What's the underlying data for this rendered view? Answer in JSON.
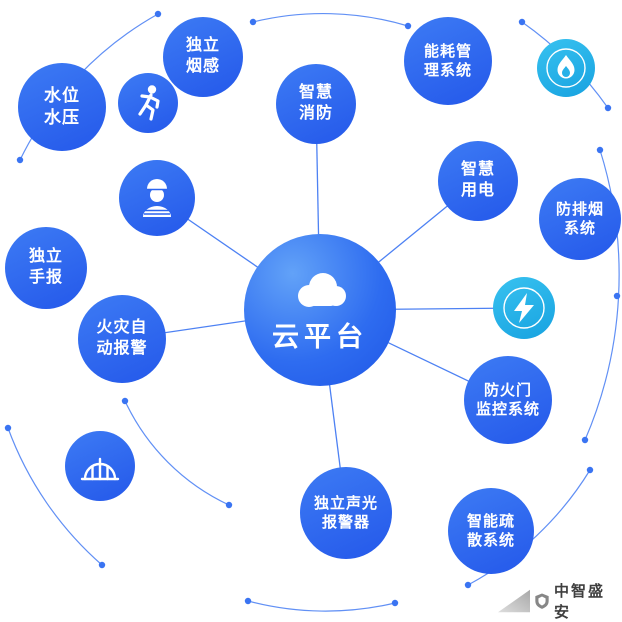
{
  "colors": {
    "primary_blue": "#2b64ef",
    "accent_cyan": "#25b1e8",
    "connector_line": "#3a74f2",
    "watermark_text": "#3f3f3f"
  },
  "center": {
    "label": "云平台",
    "icon": "cloud-icon"
  },
  "nodes": {
    "water": {
      "line1": "水位",
      "line2": "水压"
    },
    "smoke_detector": {
      "line1": "独立",
      "line2": "烟感"
    },
    "energy": {
      "line1": "能耗管",
      "line2": "理系统"
    },
    "smart_fire": {
      "line1": "智慧",
      "line2": "消防"
    },
    "smart_power": {
      "line1": "智慧",
      "line2": "用电"
    },
    "smoke_exhaust": {
      "line1": "防排烟",
      "line2": "系统"
    },
    "manual_alarm": {
      "line1": "独立",
      "line2": "手报"
    },
    "auto_alarm": {
      "line1": "火灾自",
      "line2": "动报警"
    },
    "fire_door": {
      "line1": "防火门",
      "line2": "监控系统"
    },
    "sound_light": {
      "line1": "独立声光",
      "line2": "报警器"
    },
    "evacuation": {
      "line1": "智能疏",
      "line2": "散系统"
    }
  },
  "icons": {
    "runner": "running-person-icon",
    "worker": "worker-icon",
    "flame": "flame-icon",
    "lightning": "lightning-icon",
    "dome": "dome-icon",
    "cloud": "cloud-icon",
    "brand": "brand-logo-icon"
  },
  "watermark": {
    "brand": "中智盛安"
  }
}
